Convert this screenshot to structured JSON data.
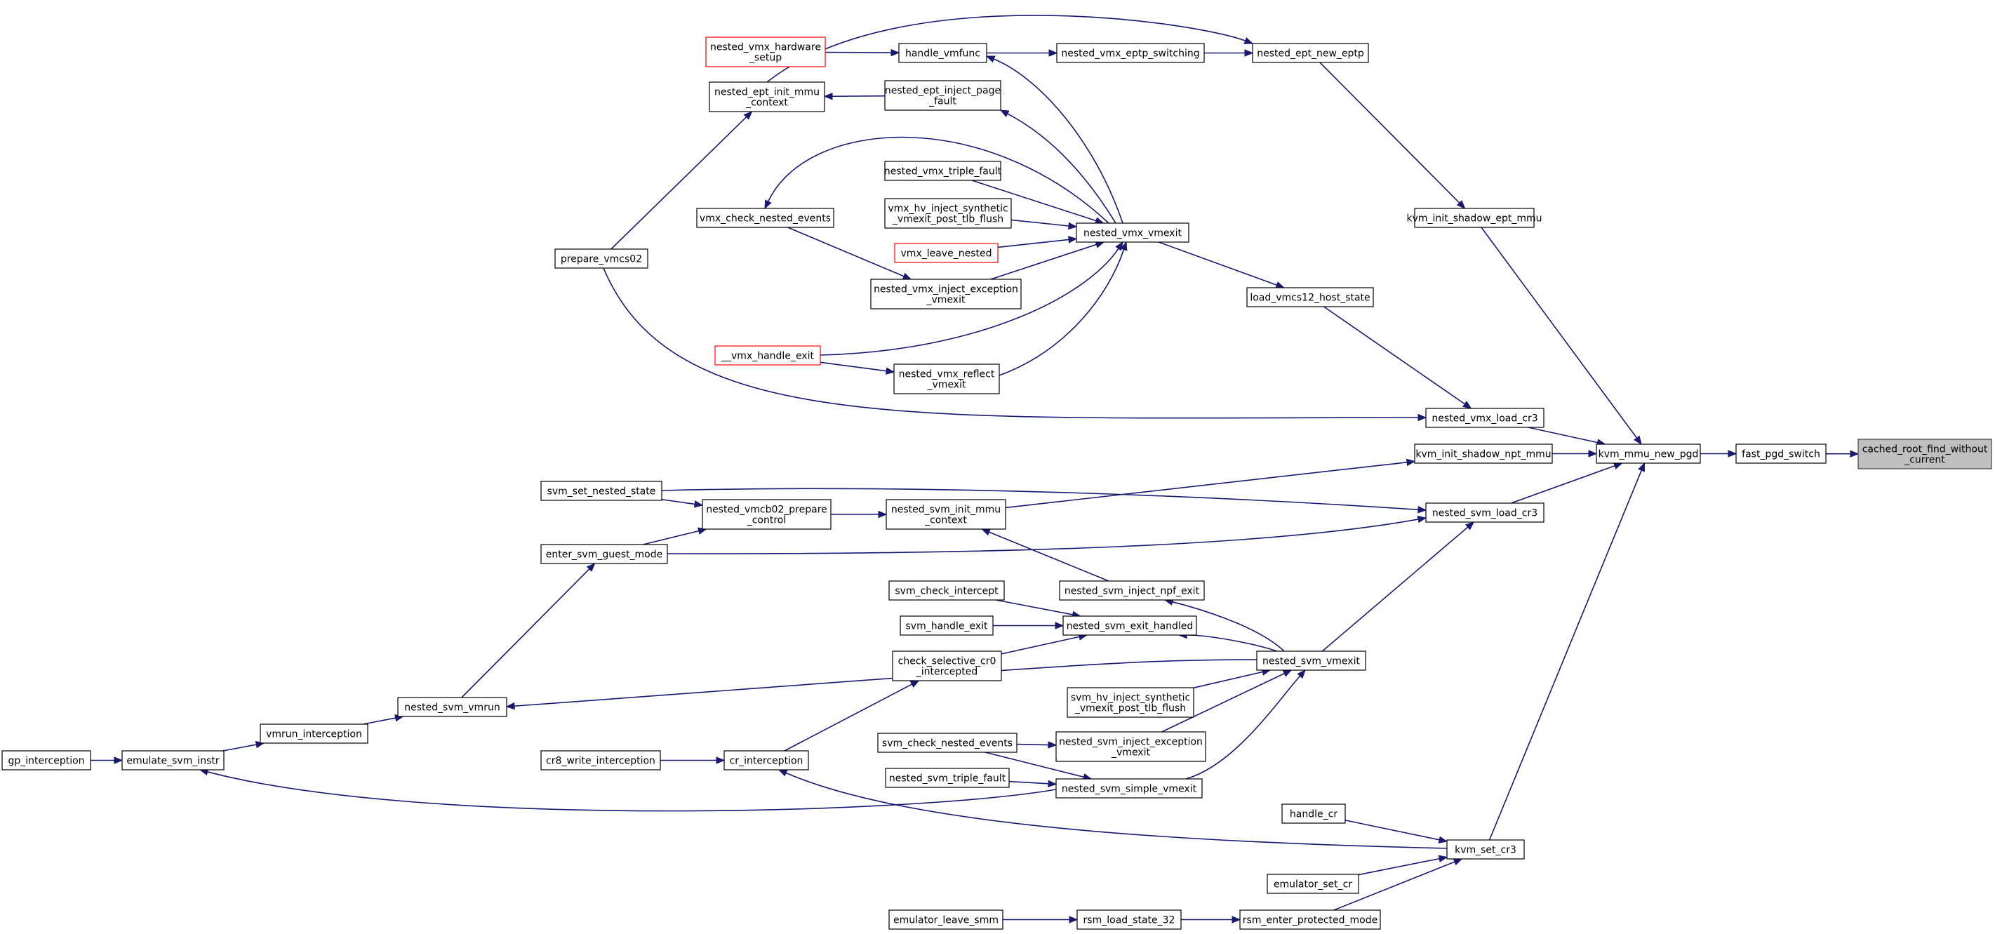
{
  "nodes": {
    "cached_root_find_without_current": {
      "lines": [
        "cached_root_find_without",
        "_current"
      ],
      "style": "focus"
    },
    "fast_pgd_switch": {
      "lines": [
        "fast_pgd_switch"
      ]
    },
    "kvm_mmu_new_pgd": {
      "lines": [
        "kvm_mmu_new_pgd"
      ]
    },
    "kvm_init_shadow_ept_mmu": {
      "lines": [
        "kvm_init_shadow_ept_mmu"
      ]
    },
    "nested_vmx_load_cr3": {
      "lines": [
        "nested_vmx_load_cr3"
      ]
    },
    "kvm_init_shadow_npt_mmu": {
      "lines": [
        "kvm_init_shadow_npt_mmu"
      ]
    },
    "nested_svm_load_cr3": {
      "lines": [
        "nested_svm_load_cr3"
      ]
    },
    "kvm_set_cr3": {
      "lines": [
        "kvm_set_cr3"
      ]
    },
    "nested_ept_new_eptp": {
      "lines": [
        "nested_ept_new_eptp"
      ]
    },
    "nested_vmx_eptp_switching": {
      "lines": [
        "nested_vmx_eptp_switching"
      ]
    },
    "handle_vmfunc": {
      "lines": [
        "handle_vmfunc"
      ]
    },
    "nested_vmx_hardware_setup": {
      "lines": [
        "nested_vmx_hardware",
        "_setup"
      ],
      "style": "red"
    },
    "nested_ept_init_mmu_context": {
      "lines": [
        "nested_ept_init_mmu",
        "_context"
      ]
    },
    "nested_ept_inject_page_fault": {
      "lines": [
        "nested_ept_inject_page",
        "_fault"
      ]
    },
    "nested_vmx_triple_fault": {
      "lines": [
        "nested_vmx_triple_fault"
      ]
    },
    "vmx_hv_inject_synthetic_vmexit_post_tlb_flush": {
      "lines": [
        "vmx_hv_inject_synthetic",
        "_vmexit_post_tlb_flush"
      ]
    },
    "vmx_check_nested_events": {
      "lines": [
        "vmx_check_nested_events"
      ]
    },
    "nested_vmx_vmexit": {
      "lines": [
        "nested_vmx_vmexit"
      ]
    },
    "vmx_leave_nested": {
      "lines": [
        "vmx_leave_nested"
      ],
      "style": "red"
    },
    "prepare_vmcs02": {
      "lines": [
        "prepare_vmcs02"
      ]
    },
    "nested_vmx_inject_exception_vmexit": {
      "lines": [
        "nested_vmx_inject_exception",
        "_vmexit"
      ]
    },
    "load_vmcs12_host_state": {
      "lines": [
        "load_vmcs12_host_state"
      ]
    },
    "__vmx_handle_exit": {
      "lines": [
        "__vmx_handle_exit"
      ],
      "style": "red"
    },
    "nested_vmx_reflect_vmexit": {
      "lines": [
        "nested_vmx_reflect",
        "_vmexit"
      ]
    },
    "svm_set_nested_state": {
      "lines": [
        "svm_set_nested_state"
      ]
    },
    "nested_vmcb02_prepare_control": {
      "lines": [
        "nested_vmcb02_prepare",
        "_control"
      ]
    },
    "nested_svm_init_mmu_context": {
      "lines": [
        "nested_svm_init_mmu",
        "_context"
      ]
    },
    "enter_svm_guest_mode": {
      "lines": [
        "enter_svm_guest_mode"
      ]
    },
    "svm_check_intercept": {
      "lines": [
        "svm_check_intercept"
      ]
    },
    "nested_svm_inject_npf_exit": {
      "lines": [
        "nested_svm_inject_npf_exit"
      ]
    },
    "svm_handle_exit": {
      "lines": [
        "svm_handle_exit"
      ]
    },
    "nested_svm_exit_handled": {
      "lines": [
        "nested_svm_exit_handled"
      ]
    },
    "check_selective_cr0_intercepted": {
      "lines": [
        "check_selective_cr0",
        "_intercepted"
      ]
    },
    "nested_svm_vmexit": {
      "lines": [
        "nested_svm_vmexit"
      ]
    },
    "nested_svm_vmrun": {
      "lines": [
        "nested_svm_vmrun"
      ]
    },
    "svm_hv_inject_synthetic_vmexit_post_tlb_flush": {
      "lines": [
        "svm_hv_inject_synthetic",
        "_vmexit_post_tlb_flush"
      ]
    },
    "vmrun_interception": {
      "lines": [
        "vmrun_interception"
      ]
    },
    "svm_check_nested_events": {
      "lines": [
        "svm_check_nested_events"
      ]
    },
    "nested_svm_inject_exception_vmexit": {
      "lines": [
        "nested_svm_inject_exception",
        "_vmexit"
      ]
    },
    "gp_interception": {
      "lines": [
        "gp_interception"
      ]
    },
    "emulate_svm_instr": {
      "lines": [
        "emulate_svm_instr"
      ]
    },
    "cr8_write_interception": {
      "lines": [
        "cr8_write_interception"
      ]
    },
    "cr_interception": {
      "lines": [
        "cr_interception"
      ]
    },
    "nested_svm_triple_fault": {
      "lines": [
        "nested_svm_triple_fault"
      ]
    },
    "nested_svm_simple_vmexit": {
      "lines": [
        "nested_svm_simple_vmexit"
      ]
    },
    "handle_cr": {
      "lines": [
        "handle_cr"
      ]
    },
    "emulator_set_cr": {
      "lines": [
        "emulator_set_cr"
      ]
    },
    "emulator_leave_smm": {
      "lines": [
        "emulator_leave_smm"
      ]
    },
    "rsm_load_state_32": {
      "lines": [
        "rsm_load_state_32"
      ]
    },
    "rsm_enter_protected_mode": {
      "lines": [
        "rsm_enter_protected_mode"
      ]
    }
  },
  "edges": [
    [
      "fast_pgd_switch",
      "cached_root_find_without_current"
    ],
    [
      "kvm_mmu_new_pgd",
      "fast_pgd_switch"
    ],
    [
      "kvm_init_shadow_ept_mmu",
      "kvm_mmu_new_pgd"
    ],
    [
      "nested_vmx_load_cr3",
      "kvm_mmu_new_pgd"
    ],
    [
      "kvm_init_shadow_npt_mmu",
      "kvm_mmu_new_pgd"
    ],
    [
      "nested_svm_load_cr3",
      "kvm_mmu_new_pgd"
    ],
    [
      "kvm_set_cr3",
      "kvm_mmu_new_pgd"
    ],
    [
      "nested_ept_new_eptp",
      "kvm_init_shadow_ept_mmu"
    ],
    [
      "nested_vmx_eptp_switching",
      "nested_ept_new_eptp"
    ],
    [
      "nested_ept_init_mmu_context",
      "nested_ept_new_eptp"
    ],
    [
      "handle_vmfunc",
      "nested_vmx_eptp_switching"
    ],
    [
      "nested_vmx_hardware_setup",
      "handle_vmfunc"
    ],
    [
      "nested_ept_inject_page_fault",
      "nested_ept_init_mmu_context"
    ],
    [
      "prepare_vmcs02",
      "nested_ept_init_mmu_context"
    ],
    [
      "nested_vmx_vmexit",
      "handle_vmfunc"
    ],
    [
      "nested_vmx_vmexit",
      "nested_ept_inject_page_fault"
    ],
    [
      "nested_vmx_vmexit",
      "vmx_check_nested_events"
    ],
    [
      "nested_vmx_triple_fault",
      "nested_vmx_vmexit"
    ],
    [
      "vmx_hv_inject_synthetic_vmexit_post_tlb_flush",
      "nested_vmx_vmexit"
    ],
    [
      "vmx_leave_nested",
      "nested_vmx_vmexit"
    ],
    [
      "nested_vmx_inject_exception_vmexit",
      "nested_vmx_vmexit"
    ],
    [
      "__vmx_handle_exit",
      "nested_vmx_vmexit"
    ],
    [
      "nested_vmx_reflect_vmexit",
      "nested_vmx_vmexit"
    ],
    [
      "vmx_check_nested_events",
      "nested_vmx_inject_exception_vmexit"
    ],
    [
      "__vmx_handle_exit",
      "nested_vmx_reflect_vmexit"
    ],
    [
      "nested_vmx_vmexit",
      "load_vmcs12_host_state"
    ],
    [
      "load_vmcs12_host_state",
      "nested_vmx_load_cr3"
    ],
    [
      "prepare_vmcs02",
      "nested_vmx_load_cr3"
    ],
    [
      "nested_svm_init_mmu_context",
      "kvm_init_shadow_npt_mmu"
    ],
    [
      "nested_vmcb02_prepare_control",
      "nested_svm_init_mmu_context"
    ],
    [
      "nested_svm_inject_npf_exit",
      "nested_svm_init_mmu_context"
    ],
    [
      "svm_set_nested_state",
      "nested_vmcb02_prepare_control"
    ],
    [
      "enter_svm_guest_mode",
      "nested_vmcb02_prepare_control"
    ],
    [
      "svm_set_nested_state",
      "nested_svm_load_cr3"
    ],
    [
      "enter_svm_guest_mode",
      "nested_svm_load_cr3"
    ],
    [
      "nested_svm_vmexit",
      "nested_svm_load_cr3"
    ],
    [
      "nested_svm_vmrun",
      "enter_svm_guest_mode"
    ],
    [
      "nested_svm_vmexit",
      "nested_svm_inject_npf_exit"
    ],
    [
      "svm_check_intercept",
      "nested_svm_exit_handled"
    ],
    [
      "svm_handle_exit",
      "nested_svm_exit_handled"
    ],
    [
      "check_selective_cr0_intercepted",
      "nested_svm_exit_handled"
    ],
    [
      "nested_svm_vmexit",
      "nested_svm_exit_handled"
    ],
    [
      "nested_svm_vmexit",
      "nested_svm_vmrun"
    ],
    [
      "svm_hv_inject_synthetic_vmexit_post_tlb_flush",
      "nested_svm_vmexit"
    ],
    [
      "nested_svm_inject_exception_vmexit",
      "nested_svm_vmexit"
    ],
    [
      "nested_svm_simple_vmexit",
      "nested_svm_vmexit"
    ],
    [
      "cr_interception",
      "check_selective_cr0_intercepted"
    ],
    [
      "vmrun_interception",
      "nested_svm_vmrun"
    ],
    [
      "emulate_svm_instr",
      "vmrun_interception"
    ],
    [
      "gp_interception",
      "emulate_svm_instr"
    ],
    [
      "svm_check_nested_events",
      "nested_svm_inject_exception_vmexit"
    ],
    [
      "svm_check_nested_events",
      "nested_svm_simple_vmexit"
    ],
    [
      "nested_svm_triple_fault",
      "nested_svm_simple_vmexit"
    ],
    [
      "nested_svm_simple_vmexit",
      "emulate_svm_instr"
    ],
    [
      "cr8_write_interception",
      "cr_interception"
    ],
    [
      "kvm_set_cr3",
      "cr_interception"
    ],
    [
      "handle_cr",
      "kvm_set_cr3"
    ],
    [
      "emulator_set_cr",
      "kvm_set_cr3"
    ],
    [
      "rsm_enter_protected_mode",
      "kvm_set_cr3"
    ],
    [
      "rsm_load_state_32",
      "rsm_enter_protected_mode"
    ],
    [
      "emulator_leave_smm",
      "rsm_load_state_32"
    ]
  ]
}
